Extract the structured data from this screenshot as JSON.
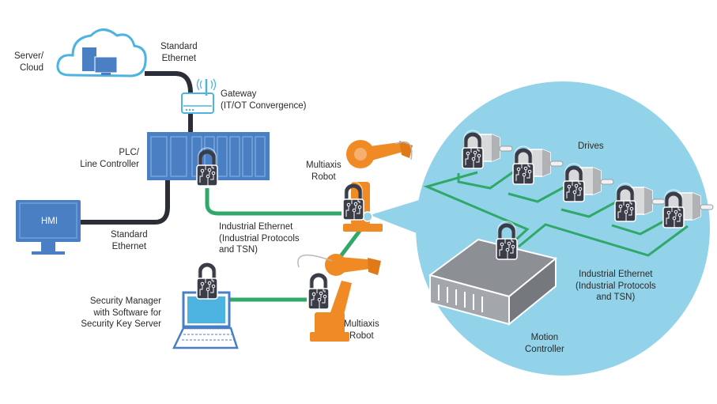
{
  "labels": {
    "server_cloud": "Server/\nCloud",
    "standard_ethernet_top": "Standard\nEthernet",
    "gateway": "Gateway\n(IT/OT Convergence)",
    "plc": "PLC/\nLine Controller",
    "hmi": "HMI",
    "standard_ethernet_bottom": "Standard\nEthernet",
    "industrial_ethernet_left": "Industrial Ethernet\n(Industrial Protocols\nand TSN)",
    "multiaxis_robot_top": "Multiaxis\nRobot",
    "multiaxis_robot_bottom": "Multiaxis\nRobot",
    "security_manager": "Security Manager\nwith Software for\nSecurity Key Server",
    "drives": "Drives",
    "industrial_ethernet_right": "Industrial Ethernet\n(Industrial Protocols\nand TSN)",
    "motion_controller": "Motion\nController"
  },
  "colors": {
    "cloud_blue": "#4db3e0",
    "device_blue": "#4a7fc4",
    "zoom_circle": "#92d3ea",
    "network_green": "#2fa86a",
    "cable_black": "#2b2e36",
    "robot_orange": "#f08a24",
    "lock_dark": "#3a3d47",
    "controller_gray": "#8c8f94"
  }
}
